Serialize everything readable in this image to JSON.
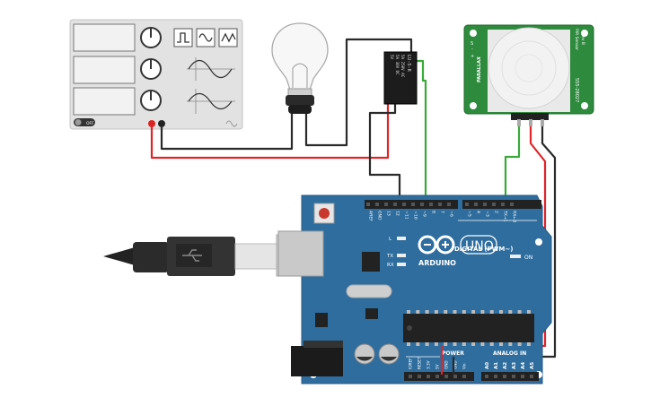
{
  "supply": {
    "power_switch_label": "OFF"
  },
  "relay": {
    "lines": [
      "LU-5-R",
      "5A 250V AC",
      "5A 30V DC",
      "5V"
    ]
  },
  "pir": {
    "side_left": "PARALLAX",
    "side_right_title": "PIR Sensor",
    "side_right_rev": "Rev B",
    "side_right_code": "555-28027",
    "pins": [
      "-",
      "+",
      "S"
    ]
  },
  "arduino": {
    "brand": "ARDUINO",
    "model": "UNO",
    "digital_label": "DIGITAL (PWM~)",
    "power_label": "POWER",
    "analog_label": "ANALOG IN",
    "on_label": "ON",
    "led_l": "L",
    "led_tx": "TX",
    "led_rx": "RX",
    "digital_pins": [
      "AREF",
      "GND",
      "13",
      "12",
      "~11",
      "~10",
      "~9",
      "8",
      "7",
      "~6",
      "~5",
      "4",
      "~3",
      "2",
      "TX→1",
      "RX←0"
    ],
    "power_pins": [
      "IOREF",
      "RESET",
      "3.3V",
      "5V",
      "GND",
      "GND",
      "Vin"
    ],
    "analog_pins": [
      "A0",
      "A1",
      "A2",
      "A3",
      "A4",
      "A5"
    ]
  },
  "colors": {
    "board": "#2e6d9e",
    "wire_red": "#e0242a",
    "wire_black": "#2a2a2a",
    "wire_green": "#3aa83a",
    "pir_pcb": "#2e8b3e"
  }
}
